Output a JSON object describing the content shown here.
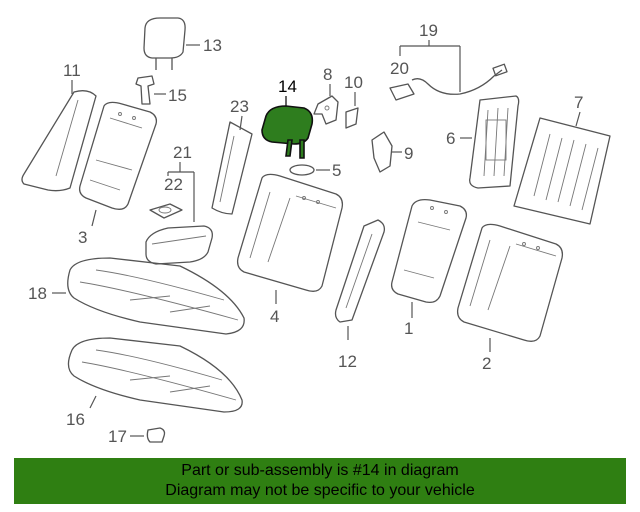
{
  "diagram": {
    "highlighted_part": "14",
    "labels": {
      "p1": "1",
      "p2": "2",
      "p3": "3",
      "p4": "4",
      "p5": "5",
      "p6": "6",
      "p7": "7",
      "p8": "8",
      "p9": "9",
      "p10": "10",
      "p11": "11",
      "p12": "12",
      "p13": "13",
      "p14": "14",
      "p15": "15",
      "p16": "16",
      "p17": "17",
      "p18": "18",
      "p19": "19",
      "p20": "20",
      "p21": "21",
      "p22": "22",
      "p23": "23"
    }
  },
  "banner": {
    "line1": "Part or sub-assembly is #14 in diagram",
    "line2": "Diagram may not be specific to your vehicle"
  },
  "colors": {
    "highlight": "#2e7d1e",
    "banner": "#2f7f12",
    "lines": "#555555"
  }
}
